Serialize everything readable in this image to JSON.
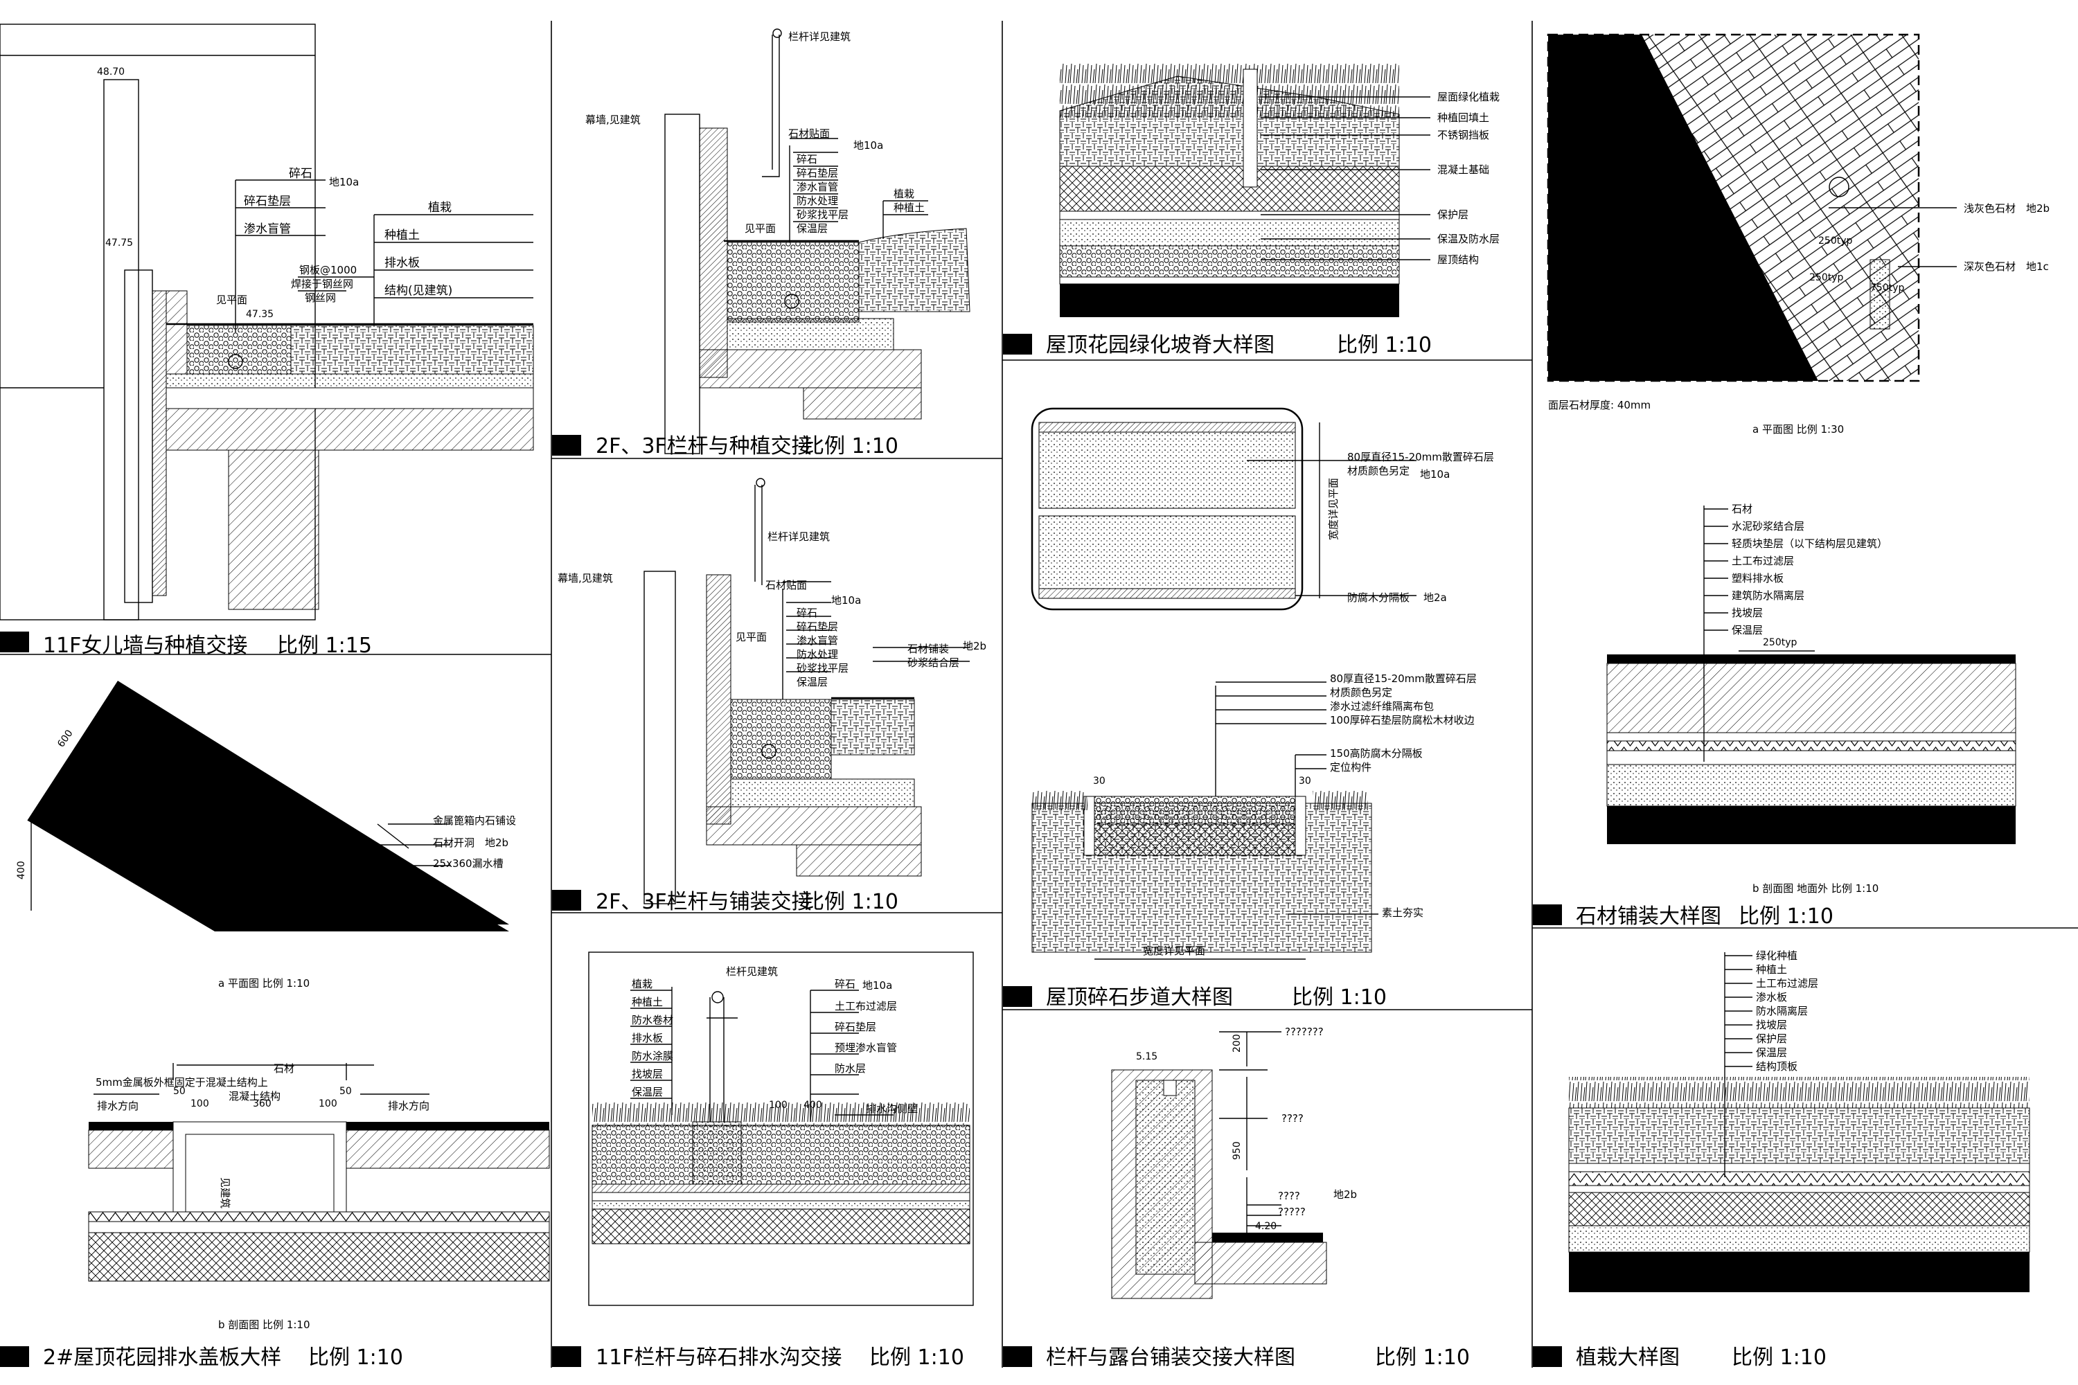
{
  "panels": {
    "p1": {
      "title": "11F女儿墙与种植交接",
      "scale": "比例  1:15",
      "labels": [
        "碎石",
        "地10a",
        "碎石垫层",
        "渗水盲管",
        "植栽",
        "种植土",
        "排水板",
        "结构(见建筑)",
        "钢板@1000",
        "焊接于钢丝网",
        "钢丝网",
        "见平面"
      ],
      "levels": [
        "48.70",
        "47.75",
        "47.35"
      ]
    },
    "p2": {
      "title": "2F、3F栏杆与种植交接",
      "scale": "比例  1:10",
      "labels": [
        "栏杆详见建筑",
        "幕墙,见建筑",
        "石材贴面",
        "地10a",
        "碎石",
        "碎石垫层",
        "渗水盲管",
        "防水处理",
        "砂浆找平层",
        "保温层",
        "植栽",
        "种植土",
        "见平面"
      ]
    },
    "p3": {
      "title": "屋顶花园绿化坡脊大样图",
      "scale": "比例  1:10",
      "labels": [
        "屋面绿化植栽",
        "种植回填土",
        "不锈钢挡板",
        "混凝土基础",
        "保护层",
        "保温及防水层",
        "屋顶结构"
      ]
    },
    "p4": {
      "scale_a": "a  平面图    比例  1:30",
      "labels": [
        "浅灰色石材",
        "地2b",
        "深灰色石材",
        "地1c"
      ],
      "note": "面层石材厚度: 40mm",
      "dims": [
        "250typ",
        "250typ",
        "750typ"
      ]
    },
    "p5": {
      "title": "2F、3F栏杆与铺装交接",
      "scale": "比例  1:10",
      "labels": [
        "栏杆详见建筑",
        "幕墙,见建筑",
        "石材贴面",
        "地10a",
        "碎石",
        "碎石垫层",
        "渗水盲管",
        "防水处理",
        "砂浆找平层",
        "保温层",
        "石材铺装",
        "地2b",
        "砂浆结合层",
        "见平面"
      ]
    },
    "p6": {
      "title": "屋顶碎石步道大样图",
      "scale": "比例  1:10",
      "labels_top": [
        "80厚直径15-20mm散置碎石层",
        "材质颜色另定",
        "地10a",
        "防腐木分隔板",
        "地2a",
        "宽度详见平面"
      ],
      "labels_bottom": [
        "80厚直径15-20mm散置碎石层",
        "材质颜色另定",
        "渗水过滤纤维隔离布包",
        "100厚碎石垫层防腐松木材收边",
        "150高防腐木分隔板",
        "定位构件",
        "素土夯实",
        "宽度详见平面"
      ],
      "dims": [
        "30",
        "30"
      ]
    },
    "p7": {
      "title": "石材铺装大样图",
      "scale": "比例  1:10",
      "scale_b": "b  剖面图    地面外    比例  1:10",
      "labels": [
        "石材",
        "水泥砂浆结合层",
        "轻质块垫层（以下结构层见建筑）",
        "土工布过滤层",
        "塑料排水板",
        "建筑防水隔离层",
        "找坡层",
        "保温层"
      ],
      "dims": [
        "250typ"
      ]
    },
    "p8": {
      "scale_a": "a  平面图    比例  1:10",
      "labels": [
        "金属篦箱内石铺设",
        "石材开洞",
        "地2b",
        "25x360漏水槽"
      ],
      "dims": [
        "600",
        "400"
      ]
    },
    "p9": {
      "title": "11F栏杆与碎石排水沟交接",
      "scale": "比例  1:10",
      "labels_left": [
        "植栽",
        "种植土",
        "防水卷材",
        "排水板",
        "防水涂膜",
        "找坡层",
        "保温层"
      ],
      "labels_right": [
        "碎石",
        "地10a",
        "土工布过滤层",
        "碎石垫层",
        "预埋渗水盲管",
        "防水层",
        "排水沟侧壁"
      ],
      "top": "栏杆见建筑",
      "dims": [
        "100",
        "400"
      ]
    },
    "p10": {
      "title": "栏杆与露台铺装交接大样图",
      "scale": "比例  1:10",
      "labels": [
        "???????",
        "????",
        "????",
        "?????",
        "地2b"
      ],
      "dims": [
        "5.15",
        "200",
        "950",
        "4.20"
      ]
    },
    "p11": {
      "title": "植栽大样图",
      "scale": "比例  1:10",
      "labels": [
        "绿化种植",
        "种植土",
        "土工布过滤层",
        "渗水板",
        "防水隔离层",
        "找坡层",
        "保护层",
        "保温层",
        "结构顶板"
      ]
    },
    "p12": {
      "title": "2#屋顶花园排水盖板大样",
      "scale": "比例  1:10",
      "scale_b": "b  剖面图    比例  1:10",
      "labels": [
        "石材",
        "5mm金属板外框固定于混凝土结构上",
        "混凝土结构",
        "排水方向",
        "排水方向",
        "见建筑"
      ],
      "dims": [
        "50",
        "100",
        "360",
        "100",
        "50"
      ]
    }
  }
}
